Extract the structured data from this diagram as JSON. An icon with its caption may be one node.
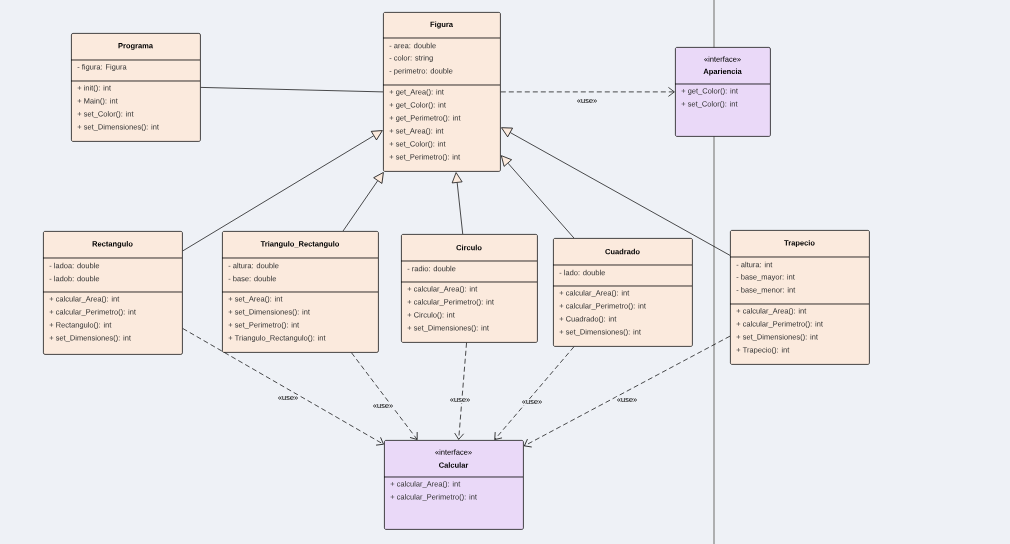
{
  "diagram": {
    "nodes": [
      {
        "text": [
          "Figura",
          "- area: double",
          "- color: string",
          "- perimetro: double",
          "+ get_Area(): int",
          "+ get_Color(): int",
          "+ get_Perimetro(): int",
          "+ set_Area(): int",
          "+ set_Color(): int",
          "+ set_Perimetro(): int"
        ]
      },
      {
        "text": [
          "Programa",
          "- figura: Figura",
          "+ init(): int",
          "+ Main(): int",
          "+ set_Color(): int",
          "+ set_Dimensiones(): int"
        ]
      },
      {
        "text": [
          "«interface»",
          "Apariencia",
          "+ get_Color(): int",
          "+ set_Color(): int"
        ]
      },
      {
        "text": [
          "Rectangulo",
          "- ladoa: double",
          "- ladob: double",
          "+ calcular_Area(): int",
          "+ calcular_Perimetro(): int",
          "+ Rectangulo(): int",
          "+ set_Dimensiones(): int"
        ]
      },
      {
        "text": [
          "Triangulo_Rectangulo",
          "- altura: double",
          "- base: double",
          "+ set_Area(): int",
          "+ set_Dimensiones(): int",
          "+ set_Perimetro(): int",
          "+ Triangulo_Rectangulo(): int"
        ]
      },
      {
        "text": [
          "Circulo",
          "- radio: double",
          "+ calcular_Area(): int",
          "+ calcular_Perimetro(): int",
          "+ Circulo(): int",
          "+ set_Dimensiones(): int"
        ]
      },
      {
        "text": [
          "Cuadrado",
          "- lado: double",
          "+ calcular_Area(): int",
          "+ calcular_Perimetro(): int",
          "+ Cuadrado(): int",
          "+ set_Dimensiones(): int"
        ]
      },
      {
        "text": [
          "Trapecio",
          "- altura: int",
          "- base_mayor: int",
          "- base_menor: int",
          "+ calcular_Area(): int",
          "+ calcular_Perimetro(): int",
          "+ set_Dimensiones(): int",
          "+ Trapecio(): int"
        ]
      },
      {
        "text": [
          "«interface»",
          "Calcular",
          "+ calcular_Area(): int",
          "+ calcular_Perimetro(): int"
        ]
      }
    ],
    "edges": [
      {
        "from": 1,
        "to": 0,
        "arrow": "none"
      },
      {
        "from": 0,
        "to": 2,
        "arrow": "to",
        "style": "dashed",
        "label": "«use»"
      },
      {
        "from": 3,
        "to": 0,
        "arrow": "to"
      },
      {
        "from": 4,
        "to": 0,
        "arrow": "to"
      },
      {
        "from": 5,
        "to": 0,
        "arrow": "to"
      },
      {
        "from": 6,
        "to": 0,
        "arrow": "to"
      },
      {
        "from": 7,
        "to": 0,
        "arrow": "to"
      },
      {
        "from": 3,
        "to": 8,
        "arrow": "to",
        "style": "dashed",
        "label": "«use»"
      },
      {
        "from": 4,
        "to": 8,
        "arrow": "to",
        "style": "dashed",
        "label": "«use»"
      },
      {
        "from": 5,
        "to": 8,
        "arrow": "to",
        "style": "dashed",
        "label": "«use»"
      },
      {
        "from": 6,
        "to": 8,
        "arrow": "to",
        "style": "dashed",
        "label": "«use»"
      },
      {
        "from": 7,
        "to": 8,
        "arrow": "to",
        "style": "dashed",
        "label": "«use»"
      }
    ]
  }
}
